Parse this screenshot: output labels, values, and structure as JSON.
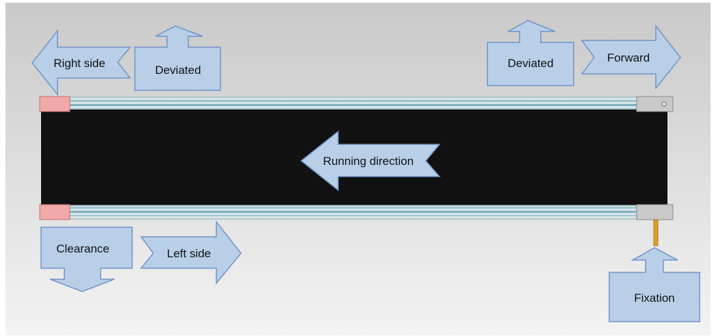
{
  "labels": {
    "right_side": "Right side",
    "deviated_left": "Deviated",
    "deviated_right": "Deviated",
    "forward": "Forward",
    "running_direction": "Running direction",
    "clearance": "Clearance",
    "left_side": "Left side",
    "fixation": "Fixation"
  },
  "colors": {
    "arrow_fill": "#b9cfe8",
    "arrow_stroke": "#6e94c6",
    "belt": "#111111",
    "rail": "#9fc6cf",
    "end_cap_pink": "#f2a9a9",
    "end_cap_gray": "#c9c9c9",
    "bolt": "#e0a020",
    "background_top": "#c9c9c9",
    "background_bottom": "#f3f3f3"
  }
}
